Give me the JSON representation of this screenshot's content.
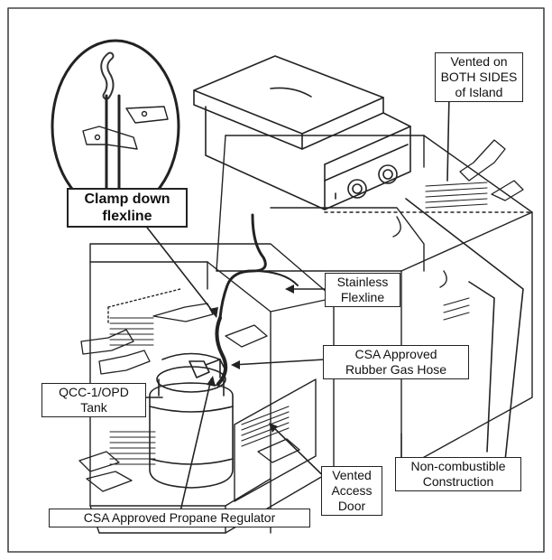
{
  "labels": {
    "vented_sides": [
      "Vented on",
      "BOTH SIDES",
      "of Island"
    ],
    "clamp": [
      "Clamp down",
      "flexline"
    ],
    "stainless_flexline": [
      "Stainless",
      "Flexline"
    ],
    "rubber_hose": [
      "CSA Approved",
      "Rubber Gas Hose"
    ],
    "tank": [
      "QCC-1/OPD",
      "Tank"
    ],
    "access_door": [
      "Vented",
      "Access",
      "Door"
    ],
    "construction": [
      "Non-combustible",
      "Construction"
    ],
    "regulator": [
      "CSA Approved Propane Regulator"
    ]
  },
  "colors": {
    "line": "#222222",
    "frame": "#444444",
    "background": "#ffffff"
  },
  "icons": [
    "grill-burner-icon",
    "propane-tank-icon",
    "flexline-hose-icon",
    "vent-arrow-icon"
  ]
}
